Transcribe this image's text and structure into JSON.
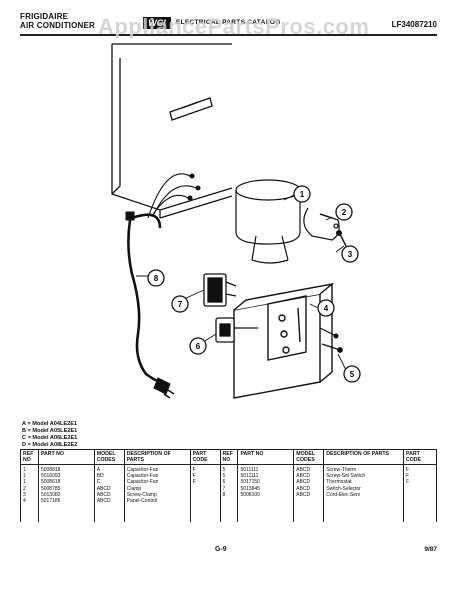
{
  "header": {
    "brand_line1": "FRIGIDAIRE",
    "brand_line2": "AIR CONDITIONER",
    "logo": "WCI",
    "section_title": "ELECTRICAL PARTS CATALOG",
    "model_number": "LF34087210",
    "watermark": "AppliancePartsPros.com"
  },
  "callouts": [
    "1",
    "2",
    "3",
    "4",
    "5",
    "6",
    "7",
    "8"
  ],
  "legend": [
    "A = Model A04LE2E1",
    "B = Model A05LE2E1",
    "C = Model A06LE2E1",
    "D = Model A08LE2E2"
  ],
  "table": {
    "headers": [
      "REF NO",
      "PART NO",
      "MODEL CODES",
      "DESCRIPTION OF PARTS",
      "PART CODE",
      "REF NO",
      "PART NO",
      "MODEL CODES",
      "DESCRIPTION OF PARTS",
      "PART CODE"
    ],
    "left": {
      "ref": [
        "1",
        "1",
        "1",
        "2",
        "3",
        "4"
      ],
      "part": [
        "5008818",
        "5016093",
        "5008618",
        "5008785",
        "5013082",
        "5017185"
      ],
      "model": [
        "A",
        "BD",
        "C",
        "ABCD",
        "ABCD",
        "ABCD"
      ],
      "desc": [
        "Capacitor-Fan",
        "Capacitor-Fan",
        "Capacitor-Fan",
        "Clamp",
        "Screw-Clamp",
        "Panel-Control"
      ],
      "code": [
        "F",
        "F",
        "F",
        "",
        "",
        ""
      ]
    },
    "right": {
      "ref": [
        "5",
        "5",
        "6",
        "7",
        "8"
      ],
      "part": [
        "5011111",
        "5011111",
        "5017150",
        "5013845",
        "5008100"
      ],
      "model": [
        "ABCD",
        "ABCD",
        "ABCD",
        "ABCD",
        "ABCD"
      ],
      "desc": [
        "Screw-Therm",
        "Screw-Sel Switch",
        "Thermostat",
        "Switch-Selector",
        "Cord-Elec Serv"
      ],
      "code": [
        "",
        "",
        "F",
        "F",
        "F"
      ]
    }
  },
  "footer": {
    "page": "G-9",
    "date": "9/87"
  }
}
